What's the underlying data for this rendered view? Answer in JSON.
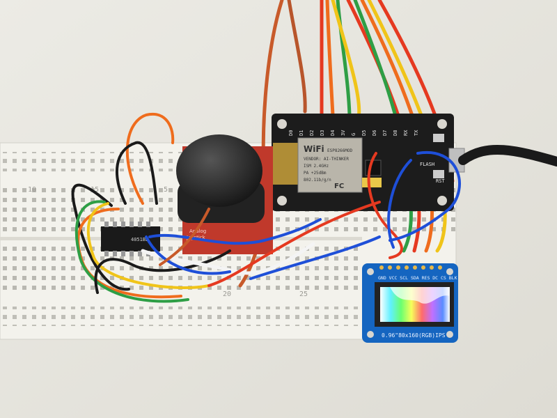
{
  "scene": {
    "description_colors": {
      "table": "#e6e4dd",
      "breadboard": "#f2f1ec",
      "pcb": "#1a1a1a",
      "module_pcb": "#1565c0",
      "joystick_cap": "#2b2b2b",
      "joystick_pcb": "#c0392b"
    }
  },
  "esp_module": {
    "wifi_label": "WiFi",
    "chip_lines": [
      "ESP8266MOD",
      "VENDOR: AI-THINKER",
      "ISM 2.4GHz",
      "PA +25dBm",
      "802.11b/g/n"
    ],
    "fc_mark": "FC",
    "pin_labels_top": [
      "D0",
      "D1",
      "D2",
      "D3",
      "D4",
      "3V",
      "G",
      "D5",
      "D6",
      "D7",
      "D8",
      "RX",
      "TX"
    ],
    "side_labels": [
      "FLASH",
      "RST"
    ]
  },
  "joystick": {
    "label_line1": "Analog",
    "label_line2": "Joystick"
  },
  "ic_chip": {
    "marking": "4051BE"
  },
  "breadboard": {
    "row_numbers": [
      "10",
      "15",
      "5",
      "20",
      "25"
    ]
  },
  "display_module": {
    "pin_labels": "GND VCC SCL SDA RES DC CS BLK",
    "caption": "0.96\"80x160(RGB)IPS"
  }
}
